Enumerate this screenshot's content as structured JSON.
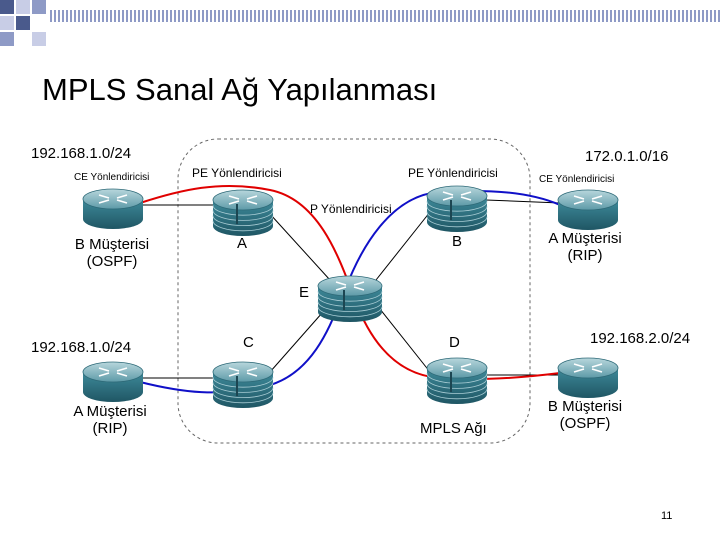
{
  "slide": {
    "title": "MPLS Sanal Ağ Yapılanması",
    "page_number": "11"
  },
  "colors": {
    "accent_dark": "#4a5a8c",
    "accent_mid": "#8e9ac6",
    "accent_light": "#c8cde6",
    "link_red": "#e00000",
    "link_blue": "#1010c8",
    "link_black": "#000000",
    "router_body": "#3e8a9a",
    "cloud_border": "#666666"
  },
  "subnets": {
    "top_left": "192.168.1.0/24",
    "top_right": "172.0.1.0/16",
    "bottom_left": "192.168.1.0/24",
    "bottom_right": "192.168.2.0/24"
  },
  "roles": {
    "ce_top_left": "CE Yönlendiricisi",
    "ce_top_right": "CE Yönlendiricisi",
    "pe_a": "PE Yönlendiricisi",
    "pe_b": "PE Yönlendiricisi",
    "p_e": "P Yönlendiricisi"
  },
  "customers": {
    "top_left": {
      "name": "B Müşterisi",
      "protocol": "(OSPF)"
    },
    "top_right": {
      "name": "A Müşterisi",
      "protocol": "(RIP)"
    },
    "bottom_left": {
      "name": "A Müşterisi",
      "protocol": "(RIP)"
    },
    "bottom_right": {
      "name": "B Müşterisi",
      "protocol": "(OSPF)"
    }
  },
  "router_letters": {
    "a": "A",
    "b": "B",
    "c": "C",
    "d": "D",
    "e": "E"
  },
  "cloud_label": "MPLS Ağı"
}
